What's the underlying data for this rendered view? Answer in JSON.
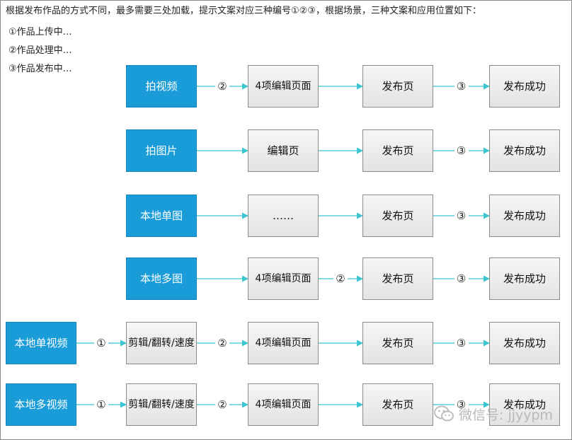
{
  "intro": "根据发布作品的方式不同，最多需要三处加载，提示文案对应三种编号①②③，根据场景，三种文案和应用位置如下：",
  "notes": [
    "①作品上传中…",
    "②作品处理中…",
    "③作品发布中…"
  ],
  "rows": [
    {
      "boxes": [
        "",
        "拍视频",
        "4项编辑页面",
        "发布页",
        "发布成功"
      ],
      "markers": [
        "",
        "②",
        "",
        "③"
      ]
    },
    {
      "boxes": [
        "",
        "拍图片",
        "编辑页",
        "发布页",
        "发布成功"
      ],
      "markers": [
        "",
        "",
        "",
        "③"
      ]
    },
    {
      "boxes": [
        "",
        "本地单图",
        "……",
        "发布页",
        "发布成功"
      ],
      "markers": [
        "",
        "",
        "",
        "③"
      ]
    },
    {
      "boxes": [
        "",
        "本地多图",
        "4项编辑页面",
        "发布页",
        "发布成功"
      ],
      "markers": [
        "",
        "",
        "②",
        "③"
      ]
    },
    {
      "boxes": [
        "本地单视频",
        "剪辑/翻转/速度",
        "4项编辑页面",
        "发布页",
        "发布成功"
      ],
      "markers": [
        "①",
        "②",
        "",
        "③"
      ]
    },
    {
      "boxes": [
        "本地多视频",
        "剪辑/翻转/速度",
        "4项编辑页面",
        "发布页",
        "发布成功"
      ],
      "markers": [
        "①",
        "②",
        "",
        "③"
      ]
    }
  ],
  "watermark": "微信号: jjyypm",
  "colors": {
    "source": "#1a9cd8",
    "arrow": "#3cc4d0",
    "step": "#ececec"
  },
  "icons": {
    "watermark": "wechat-icon"
  }
}
